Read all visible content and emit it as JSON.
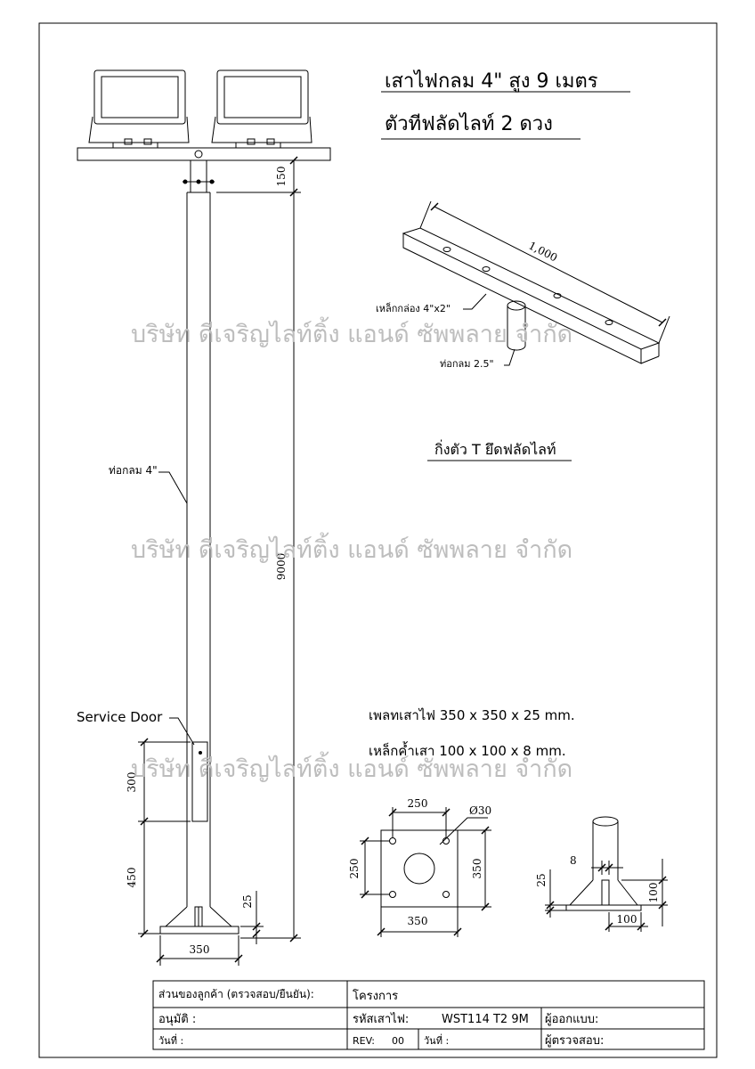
{
  "title": {
    "line1": "เสาไฟกลม 4\"  สูง 9 เมตร",
    "line2": "ตัวทีฟลัดไลท์  2 ดวง"
  },
  "watermark": "บริษัท ดีเจริญไลท์ติ้ง แอนด์ ซัพพลาย จำกัด",
  "pole": {
    "pipe_label": "ท่อกลม 4\"",
    "service_door_label": "Service Door",
    "dim_top": "150",
    "dim_height": "9000",
    "dim_door": "300",
    "dim_door_base": "450",
    "dim_plate_thk": "25",
    "dim_base_width": "350"
  },
  "bracket": {
    "length": "1,000",
    "box_label": "เหล็กกล่อง 4\"x2\"",
    "pipe_label": "ท่อกลม 2.5\"",
    "caption": "กิ่งตัว T ยึดฟลัดไลท์"
  },
  "specs": {
    "plate": "เพลทเสาไฟ  350 x 350 x 25 mm.",
    "gusset": "เหล็กค้ำเสา  100 x 100 x 8 mm."
  },
  "base_plate": {
    "hole_spacing_top": "250",
    "hole_dia": "Ø30",
    "hole_spacing_left": "250",
    "side_right": "350",
    "side_bottom": "350"
  },
  "gusset_detail": {
    "thickness": "8",
    "plate": "25",
    "height": "100",
    "width": "100"
  },
  "title_block": {
    "customer": "ส่วนของลูกค้า (ตรวจสอบ/ยืนยัน):",
    "project": "โครงการ",
    "approve": "อนุมัติ  :",
    "code_label": "รหัสเสาไฟ:",
    "code_value": "WST114 T2 9M",
    "designer": "ผู้ออกแบบ:",
    "date1": "วันที่  :",
    "rev_label": "REV:",
    "rev_value": "00",
    "date2": "วันที่  :",
    "checker": "ผู้ตรวจสอบ:"
  }
}
